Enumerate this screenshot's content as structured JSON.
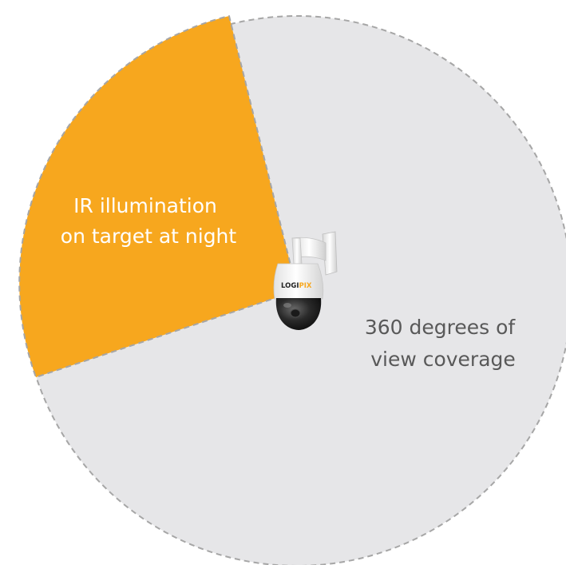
{
  "ir_zone": {
    "label_lines": [
      "IR illumination",
      "on target at night"
    ]
  },
  "view_zone": {
    "label_lines": [
      "360 degrees of",
      "view coverage"
    ]
  },
  "camera": {
    "brand_primary": "LOGI",
    "brand_accent": "PIX"
  },
  "colors": {
    "coverage_fill": "#e6e6e8",
    "ir_fill": "#f7a71e",
    "dashed_border": "#a6a6a6",
    "ir_label": "#ffffff",
    "view_label": "#595959",
    "brand_accent": "#f7a71e"
  }
}
